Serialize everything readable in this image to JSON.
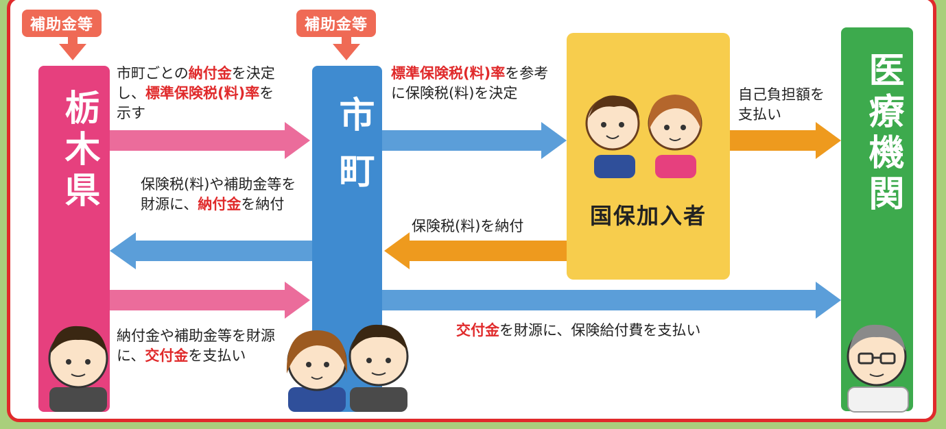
{
  "badges": {
    "left": "補助金等",
    "center": "補助金等"
  },
  "entities": {
    "prefecture": "栃木県",
    "municipality": "市町",
    "insured": "国保加入者",
    "medical": "医療機関"
  },
  "flows": {
    "pref_to_city": {
      "t1": "市町ごとの",
      "r1": "納付金",
      "t2": "を決定し、",
      "r2": "標準保険税(料)率",
      "t3": "を示す"
    },
    "city_to_pref": {
      "t1": "保険税(料)や補助金等を財源に、",
      "r1": "納付金",
      "t2": "を納付"
    },
    "pref_to_city_2": {
      "t1": "納付金や補助金等を財源に、",
      "r1": "交付金",
      "t2": "を支払い"
    },
    "city_to_insured": {
      "r1": "標準保険税(料)率",
      "t1": "を参考に保険税(料)を決定"
    },
    "insured_to_city": {
      "t1": "保険税(料)を納付"
    },
    "insured_to_medical": {
      "t1": "自己負担額を支払い"
    },
    "city_to_medical": {
      "r1": "交付金",
      "t1": "を財源に、保険給付費を支払い"
    }
  },
  "colors": {
    "pink": "#e6407e",
    "blue": "#3f8bd0",
    "yellow": "#f7cd4d",
    "green": "#3daa4d",
    "orange": "#ee9a1e",
    "accent_red": "#e02a2b"
  }
}
